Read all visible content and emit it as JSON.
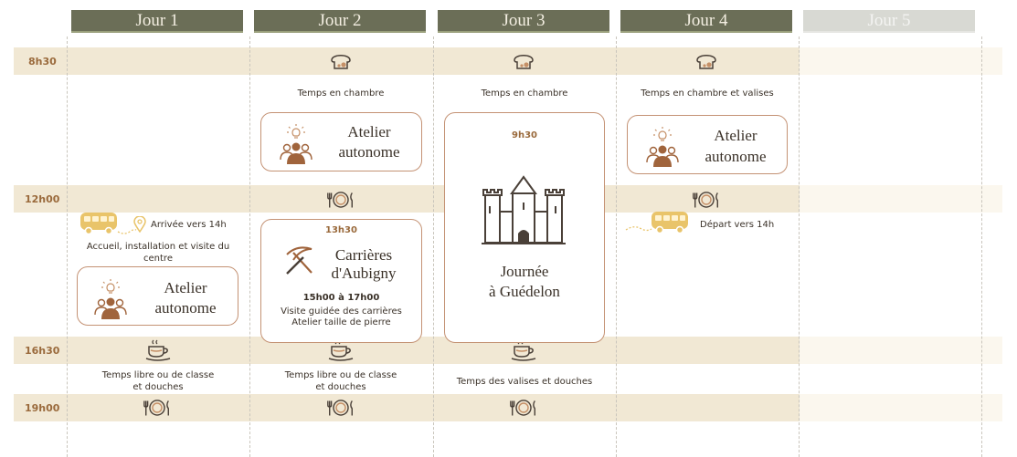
{
  "days": [
    "Jour 1",
    "Jour 2",
    "Jour 3",
    "Jour 4",
    "Jour 5"
  ],
  "times": [
    "8h30",
    "12h00",
    "16h30",
    "19h00"
  ],
  "day1": {
    "arrival": "Arrivée vers 14h",
    "welcome": "Accueil, installation et visite du centre",
    "atelier_line1": "Atelier",
    "atelier_line2": "autonome",
    "afternoon": [
      "Temps libre ou de classe",
      "et douches"
    ]
  },
  "day2": {
    "morning": "Temps en chambre",
    "atelier_line1": "Atelier",
    "atelier_line2": "autonome",
    "activity_time": "13h30",
    "activity_line1": "Carrières",
    "activity_line2": "d'Aubigny",
    "activity_hours": "15h00 à 17h00",
    "activity_desc1": "Visite guidée des carrières",
    "activity_desc2": "Atelier taille de pierre",
    "afternoon": [
      "Temps libre ou de classe",
      "et douches"
    ]
  },
  "day3": {
    "morning": "Temps en chambre",
    "activity_time": "9h30",
    "activity_line1": "Journée",
    "activity_line2": "à Guédelon",
    "afternoon": "Temps des valises et douches"
  },
  "day4": {
    "morning": "Temps en chambre et valises",
    "atelier_line1": "Atelier",
    "atelier_line2": "autonome",
    "departure": "Départ vers 14h"
  },
  "icons": [
    "bread-icon",
    "plate-cutlery-icon",
    "coffee-cup-icon",
    "bus-icon",
    "map-pin-icon",
    "lightbulb-group-icon",
    "pickaxe-icon",
    "castle-icon"
  ],
  "colors": {
    "header": "#6b6e57",
    "header_muted": "#d8d9d3",
    "band": "#f1e8d4",
    "accent": "#9a6a3c",
    "card_border": "#c49274",
    "bus": "#e9c46a"
  }
}
